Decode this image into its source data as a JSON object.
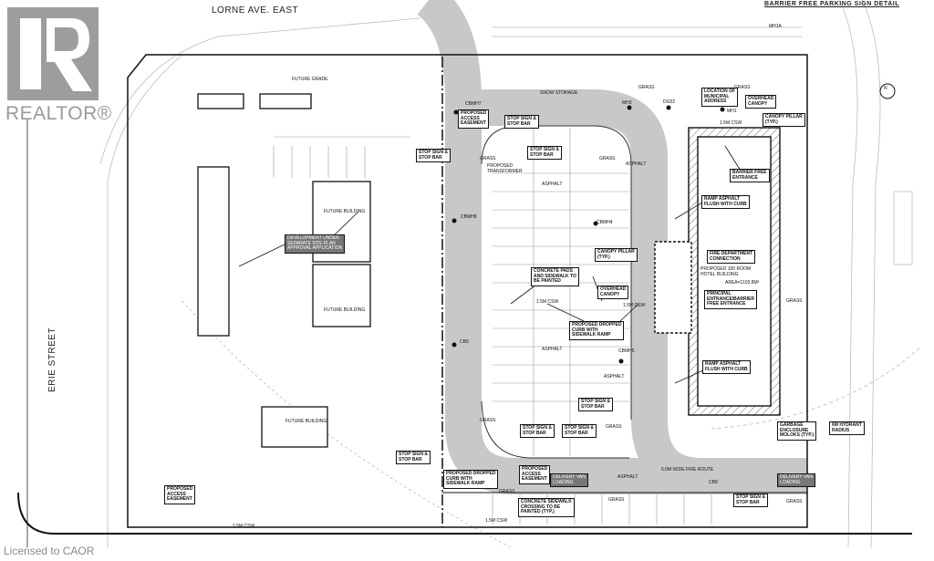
{
  "header": {
    "street_top": "LORNE AVE. EAST",
    "sign_detail": "BARRIER FREE PARKING SIGN DETAIL"
  },
  "street_side": "ERIE STREET",
  "logo": {
    "text": "REALTOR®"
  },
  "footer": {
    "license": "Licensed to CAOR"
  },
  "colors": {
    "road": "#c8c8c8",
    "line": "#222222",
    "logo": "#9d9d9d"
  },
  "annotations": [
    "SNOW STORAGE",
    "GRASS",
    "GRASS",
    "MH3",
    "DG52",
    "MH1",
    "MH1A",
    "LOCATION OF\nMUNICIPAL\nADDRESS",
    "OVERHEAD\nCANOPY",
    "CANOPY PILLAR\n(TYP.)",
    "1.5m CSW",
    "BARRIER FREE\nENTRANCE",
    "PROPOSED\nACCESS\nEASEMENT",
    "CBMH7",
    "STOP SIGN &\nSTOP BAR",
    "STOP SIGN &\nSTOP BAR",
    "STOP SIGN &\nSTOP BAR",
    "GRASS",
    "PROPOSED\nTRANSFORMER",
    "GRASS",
    "ASPHALT",
    "ASPHALT",
    "CBMH8",
    "CBMH4",
    "RAMP ASPHALT\nFLUSH WITH CURB",
    "DEVELOPMENT UNDER\nSEPARATE SITE PLAN\nAPPROVAL APPLICATION",
    "CANOPY PILLAR\n(TYP.)",
    "FIRE DEPARTMENT\nCONNECTION",
    "PROPOSED 100 ROOM\nHOTEL BUILDING",
    "AREA=1103.8m²",
    "CONCRETE PADS\nAND SIDEWALK TO\nBE PAINTED",
    "OVERHEAD\nCANOPY",
    "1.5m CSW",
    "1.5m CSW",
    "PRINCIPAL\nENTRANCE/BARRIER\nFREE ENTRANCE",
    "PROPOSED DROPPED\nCURB WITH\nSIDEWALK RAMP",
    "GRASS",
    "ASPHALT",
    "CBMH5",
    "CB9",
    "ASPHALT",
    "RAMP ASPHALT\nFLUSH WITH CURB",
    "STOP SIGN &\nSTOP BAR",
    "GRASS",
    "STOP SIGN &\nSTOP BAR",
    "STOP SIGN &\nSTOP BAR",
    "GRASS",
    "GARBAGE\nENCLOSURE\nMOLOKS (TYP.)",
    "6m HYDRANT\nRADIUS",
    "STOP SIGN &\nSTOP BAR",
    "PROPOSED DROPPED\nCURB WITH\nSIDEWALK RAMP",
    "PROPOSED\nACCESS\nEASEMENT",
    "Delivery Van\nLoading",
    "ASPHALT",
    "6.0m WIDE FIRE ROUTE",
    "CB8",
    "Delivery Van\nLoading",
    "STOP SIGN &\nSTOP BAR",
    "GRASS",
    "CONCRETE SIDEWALK\nCROSSING TO BE\nPAINTED (TYP.)",
    "GRASS",
    "GRASS",
    "PROPOSED\nACCESS\nEASEMENT",
    "1.5m CSW",
    "1.5m CSW",
    "FUTURE BUILDING",
    "FUTURE BUILDING",
    "FUTURE BUILDING",
    "FUTURE GRADE",
    "N"
  ]
}
